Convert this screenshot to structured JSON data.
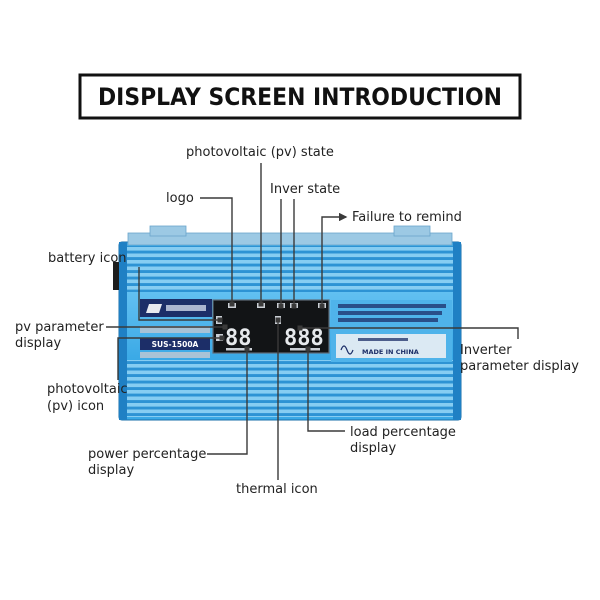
{
  "title": "DISPLAY SCREEN INTRODUCTION",
  "callouts": {
    "pv_state": "photovoltaic (pv) state",
    "logo": "logo",
    "inver_state": "Inver state",
    "failure_to_remind": "Failure to remind",
    "battery_icon": "battery icon",
    "pv_parameter_display": [
      "pv parameter",
      "display"
    ],
    "inverter_parameter_display": [
      "Inverter",
      "parameter display"
    ],
    "pv_icon": [
      "photovoltaic",
      "(pv) icon"
    ],
    "power_percentage_display": [
      "power percentage",
      "display"
    ],
    "load_percentage_display": [
      "load percentage",
      "display"
    ],
    "thermal_icon": "thermal icon"
  },
  "device": {
    "model": "SUS-1500A",
    "origin": "MADE IN CHINA",
    "lcd_left_digits": "88",
    "lcd_right_digits": "888"
  },
  "colors": {
    "device_blue": "#3aa9e6",
    "device_blue_dark": "#1f80c4",
    "fin_light": "#86cdf2",
    "fin_dark": "#2d93d4",
    "badge_navy": "#1c2e68",
    "leader_line": "#3a3a3a",
    "label_text": "#222222",
    "title_border": "#111111"
  }
}
